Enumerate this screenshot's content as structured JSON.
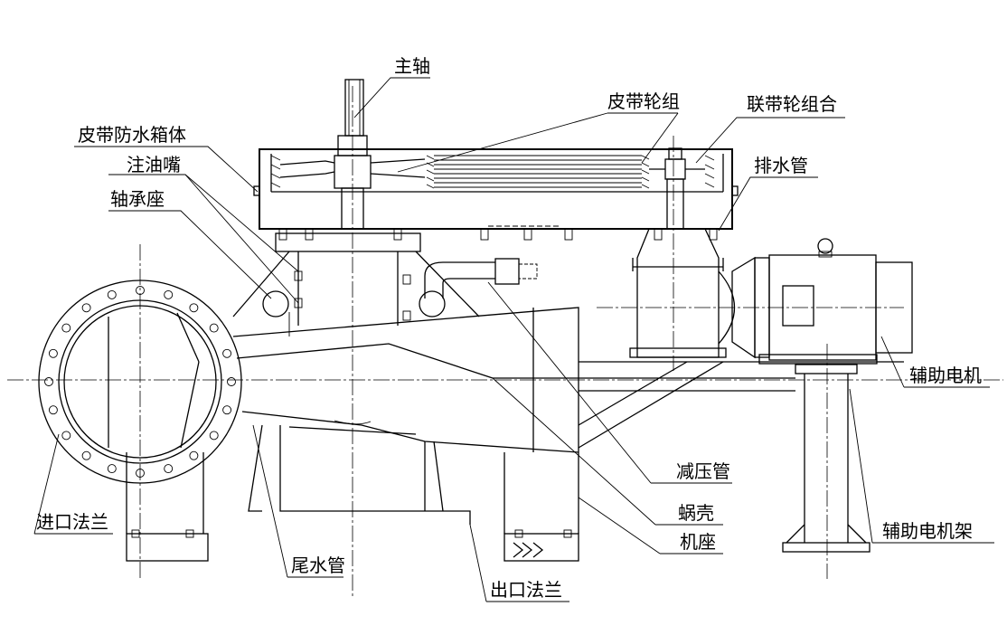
{
  "labels": {
    "main_shaft": "主轴",
    "belt_pulley_group": "皮带轮组",
    "coupling_pulley_assembly": "联带轮组合",
    "belt_waterproof_box": "皮带防水箱体",
    "oil_nozzle": "注油嘴",
    "drain_pipe": "排水管",
    "bearing_seat": "轴承座",
    "auxiliary_motor": "辅助电机",
    "pressure_relief_pipe": "减压管",
    "volute": "蜗壳",
    "inlet_flange": "进口法兰",
    "auxiliary_motor_frame": "辅助电机架",
    "machine_base": "机座",
    "draft_tube": "尾水管",
    "outlet_flange": "出口法兰"
  },
  "colors": {
    "line": "#000000",
    "background": "#ffffff"
  }
}
